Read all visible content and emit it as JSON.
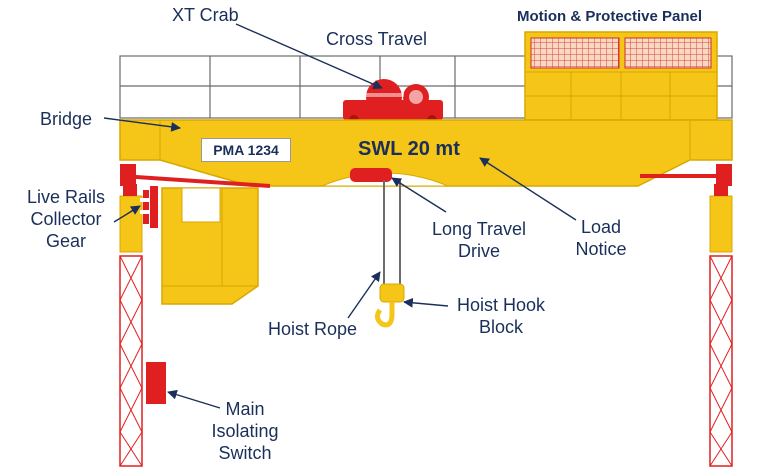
{
  "labels": {
    "xt_crab": "XT Crab",
    "cross_travel": "Cross Travel",
    "motion_panel": "Motion & Protective Panel",
    "bridge": "Bridge",
    "plate": "PMA 1234",
    "swl": "SWL 20 mt",
    "live_rails": [
      "Live Rails",
      "Collector",
      "Gear"
    ],
    "long_travel": [
      "Long Travel",
      "Drive"
    ],
    "load_notice": [
      "Load",
      "Notice"
    ],
    "hoist_rope": "Hoist Rope",
    "hoist_hook": [
      "Hoist Hook",
      "Block"
    ],
    "main_switch": [
      "Main",
      "Isolating",
      "Switch"
    ]
  },
  "colors": {
    "structure_yellow": "#f5c518",
    "outline_gold": "#d8a800",
    "component_red": "#e02020",
    "label_navy": "#1a2f5a",
    "rail_frame": "#6b6b6b"
  }
}
